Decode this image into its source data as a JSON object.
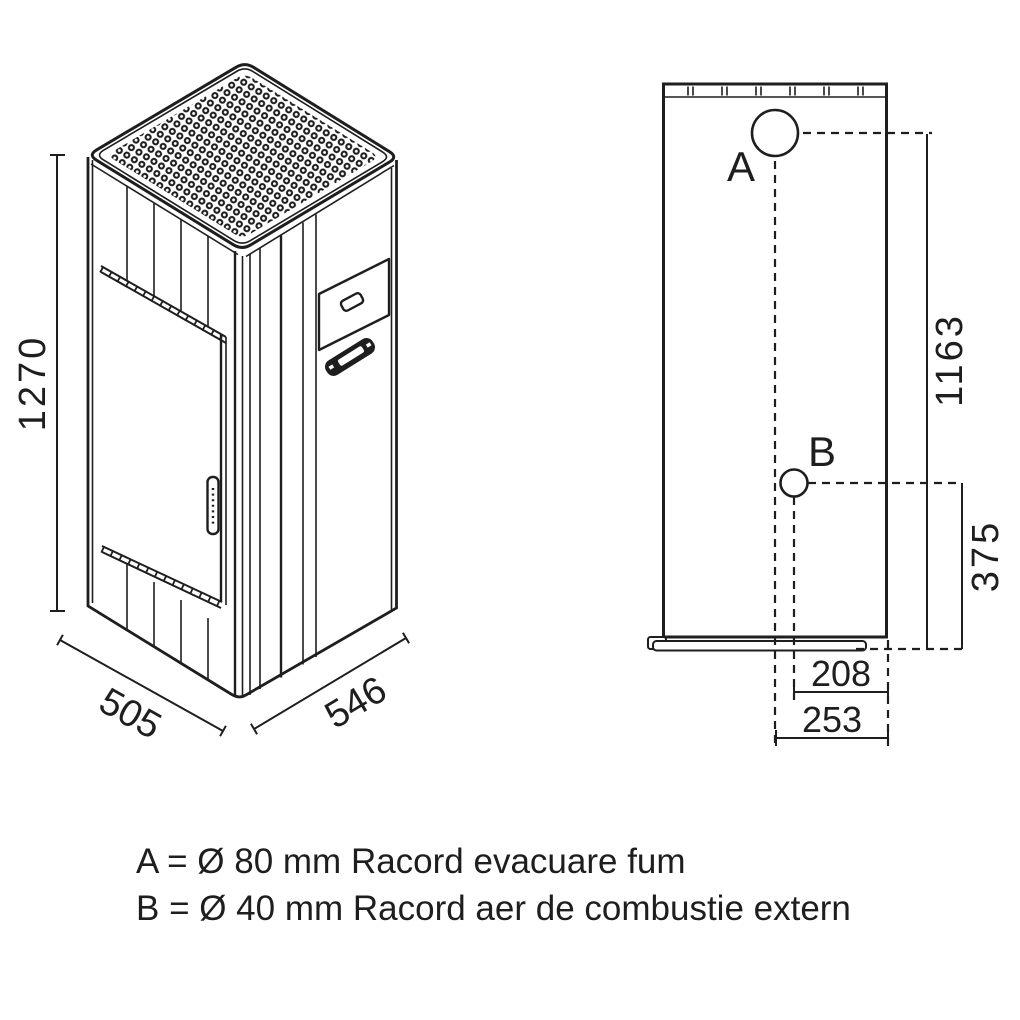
{
  "colors": {
    "line": "#1e1e1e",
    "background": "#ffffff"
  },
  "iso_view": {
    "height_label": "1270",
    "width_label": "505",
    "depth_label": "546"
  },
  "rear_view": {
    "port_a_label": "A",
    "port_b_label": "B",
    "a_height_label": "1163",
    "b_height_label": "375",
    "b_offset_label": "208",
    "a_offset_label": "253"
  },
  "legend": {
    "line_a": "A = Ø 80 mm Racord evacuare fum",
    "line_b": "B = Ø 40 mm Racord aer de combustie extern"
  }
}
